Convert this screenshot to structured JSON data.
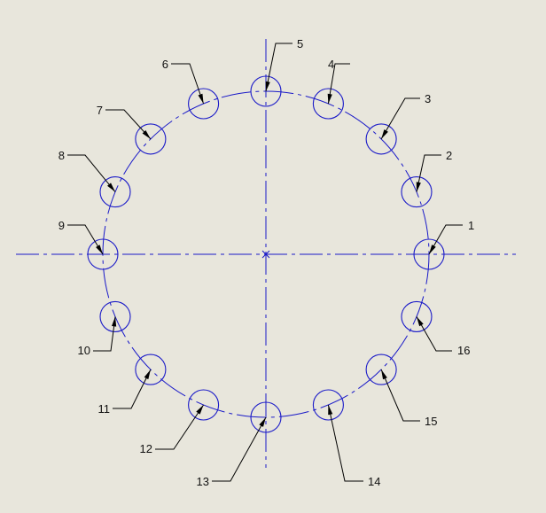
{
  "drawing": {
    "line_color": "#1a1ac8",
    "leader_color": "#000000",
    "background": "#e8e6dc",
    "hole_count": 16,
    "holes": [
      {
        "id": "1",
        "label": "1"
      },
      {
        "id": "2",
        "label": "2"
      },
      {
        "id": "3",
        "label": "3"
      },
      {
        "id": "4",
        "label": "4"
      },
      {
        "id": "5",
        "label": "5"
      },
      {
        "id": "6",
        "label": "6"
      },
      {
        "id": "7",
        "label": "7"
      },
      {
        "id": "8",
        "label": "8"
      },
      {
        "id": "9",
        "label": "9"
      },
      {
        "id": "10",
        "label": "10"
      },
      {
        "id": "11",
        "label": "11"
      },
      {
        "id": "12",
        "label": "12"
      },
      {
        "id": "13",
        "label": "13"
      },
      {
        "id": "14",
        "label": "14"
      },
      {
        "id": "15",
        "label": "15"
      },
      {
        "id": "16",
        "label": "16"
      }
    ]
  }
}
